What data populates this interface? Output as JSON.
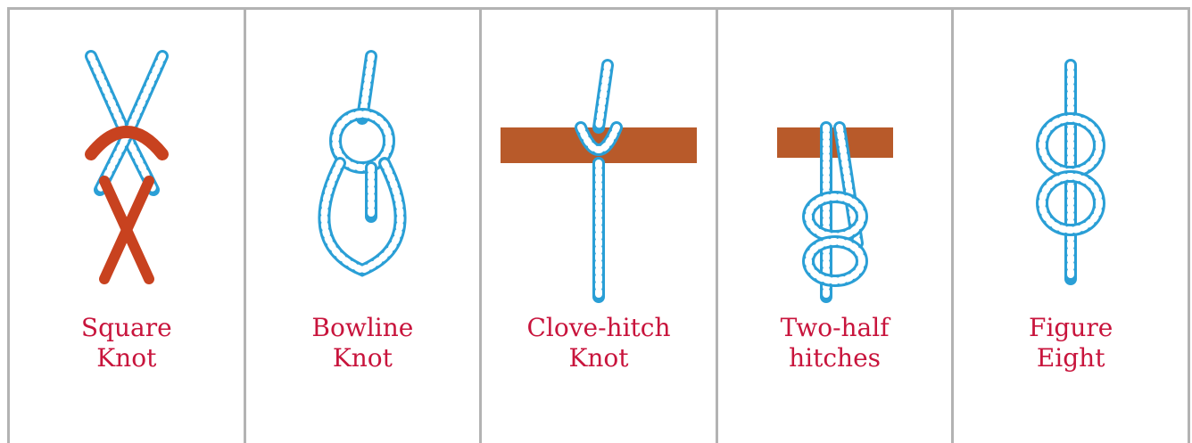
{
  "knots": [
    {
      "line1": "Square",
      "line2": "Knot",
      "icon": "square-knot-illustration"
    },
    {
      "line1": "Bowline",
      "line2": "Knot",
      "icon": "bowline-knot-illustration"
    },
    {
      "line1": "Clove-hitch",
      "line2": "Knot",
      "icon": "clove-hitch-knot-illustration"
    },
    {
      "line1": "Two-half",
      "line2": "hitches",
      "icon": "two-half-hitches-illustration"
    },
    {
      "line1": "Figure",
      "line2": "Eight",
      "icon": "figure-eight-knot-illustration"
    }
  ],
  "colors": {
    "rope_blue": "#2a9fd6",
    "rope_white": "#ffffff",
    "rope_red": "#c8421f",
    "bar_brown": "#b85a2a",
    "label_red": "#c8143c",
    "border_gray": "#b3b3b3"
  }
}
